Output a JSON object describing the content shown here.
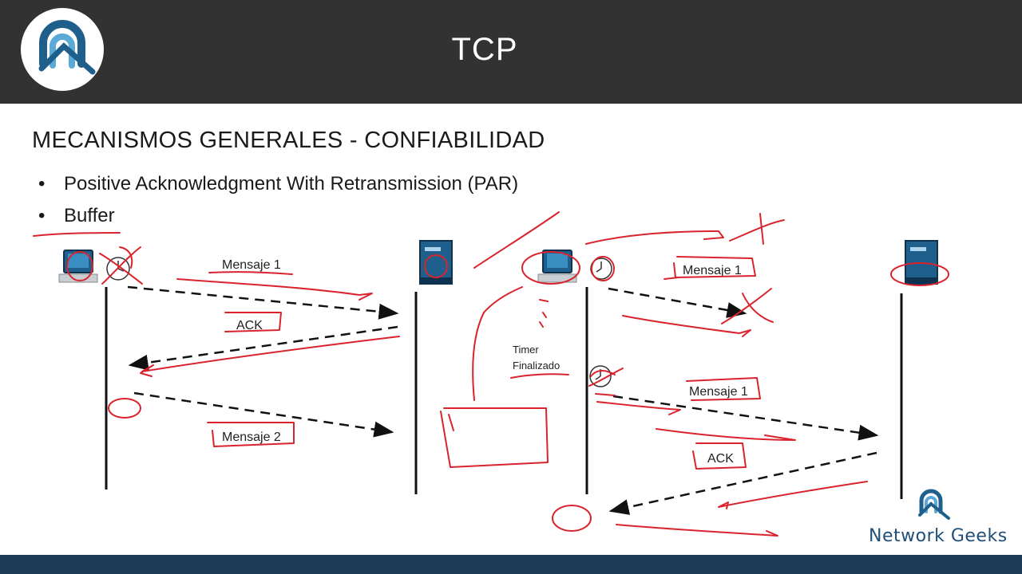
{
  "header": {
    "title": "TCP"
  },
  "section": {
    "subtitle": "MECANISMOS GENERALES - CONFIABILIDAD"
  },
  "bullets": [
    {
      "text": "Positive Acknowledgment With Retransmission (PAR)"
    },
    {
      "text": "Buffer"
    }
  ],
  "diagram_left": {
    "msg1": "Mensaje 1",
    "ack": "ACK",
    "msg2": "Mensaje 2"
  },
  "diagram_right": {
    "msg1_first": "Mensaje 1",
    "timer_line1": "Timer",
    "timer_line2": "Finalizado",
    "msg1_retry": "Mensaje 1",
    "ack": "ACK"
  },
  "brand": {
    "name": "Network Geeks"
  },
  "colors": {
    "header": "#323232",
    "footer": "#1e3a56",
    "annotation": "#d9232d",
    "accent": "#1f5f8b"
  }
}
